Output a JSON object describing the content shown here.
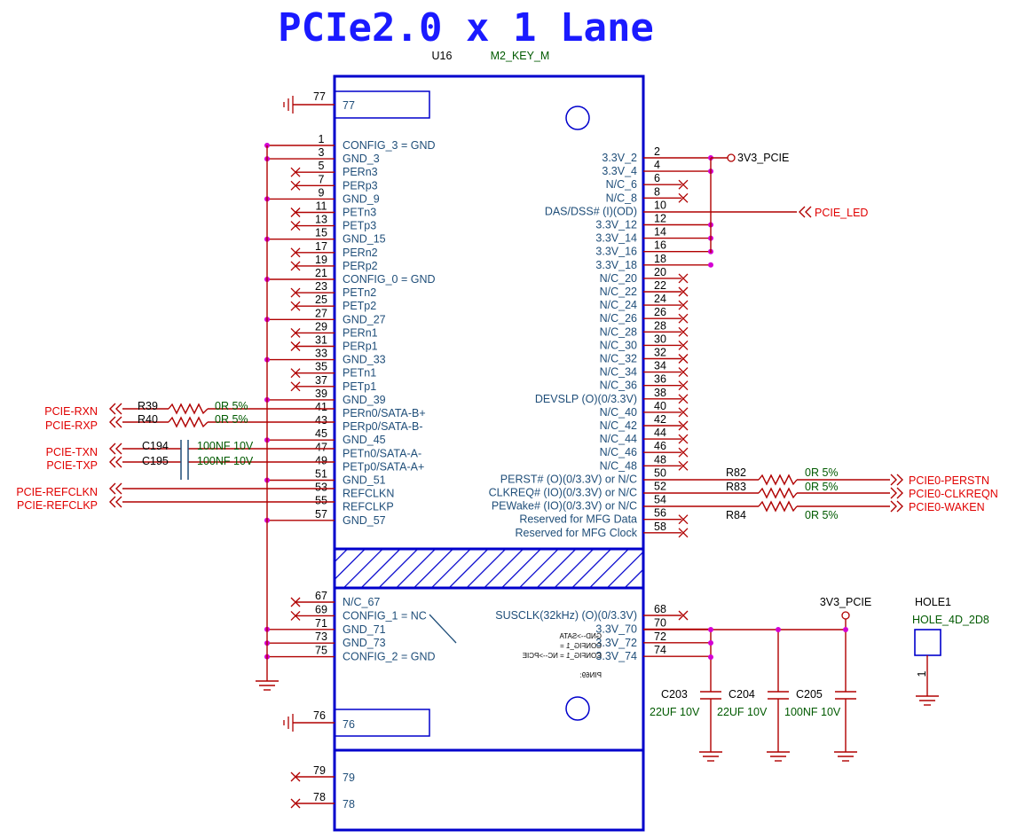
{
  "title": "PCIe2.0 x 1 Lane",
  "part": {
    "ref": "U16",
    "value": "M2_KEY_M"
  },
  "pad77": "77",
  "pad76": "76",
  "pad79": "79",
  "pad78": "78",
  "left_pins": [
    {
      "num": "1",
      "name": "CONFIG_3 = GND",
      "kind": "gnd"
    },
    {
      "num": "3",
      "name": "GND_3",
      "kind": "gnd"
    },
    {
      "num": "5",
      "name": "PERn3",
      "kind": "nc"
    },
    {
      "num": "7",
      "name": "PERp3",
      "kind": "nc"
    },
    {
      "num": "9",
      "name": "GND_9",
      "kind": "gnd"
    },
    {
      "num": "11",
      "name": "PETn3",
      "kind": "nc"
    },
    {
      "num": "13",
      "name": "PETp3",
      "kind": "nc"
    },
    {
      "num": "15",
      "name": "GND_15",
      "kind": "gnd"
    },
    {
      "num": "17",
      "name": "PERn2",
      "kind": "nc"
    },
    {
      "num": "19",
      "name": "PERp2",
      "kind": "nc"
    },
    {
      "num": "21",
      "name": "CONFIG_0 = GND",
      "kind": "gnd"
    },
    {
      "num": "23",
      "name": "PETn2",
      "kind": "nc"
    },
    {
      "num": "25",
      "name": "PETp2",
      "kind": "nc"
    },
    {
      "num": "27",
      "name": "GND_27",
      "kind": "gnd"
    },
    {
      "num": "29",
      "name": "PERn1",
      "kind": "nc"
    },
    {
      "num": "31",
      "name": "PERp1",
      "kind": "nc"
    },
    {
      "num": "33",
      "name": "GND_33",
      "kind": "gnd"
    },
    {
      "num": "35",
      "name": "PETn1",
      "kind": "nc"
    },
    {
      "num": "37",
      "name": "PETp1",
      "kind": "nc"
    },
    {
      "num": "39",
      "name": "GND_39",
      "kind": "gnd"
    },
    {
      "num": "41",
      "name": "PERn0/SATA-B+",
      "kind": "sig"
    },
    {
      "num": "43",
      "name": "PERp0/SATA-B-",
      "kind": "sig"
    },
    {
      "num": "45",
      "name": "GND_45",
      "kind": "gnd"
    },
    {
      "num": "47",
      "name": "PETn0/SATA-A-",
      "kind": "sig"
    },
    {
      "num": "49",
      "name": "PETp0/SATA-A+",
      "kind": "sig"
    },
    {
      "num": "51",
      "name": "GND_51",
      "kind": "gnd"
    },
    {
      "num": "53",
      "name": "REFCLKN",
      "kind": "sig"
    },
    {
      "num": "55",
      "name": "REFCLKP",
      "kind": "sig"
    },
    {
      "num": "57",
      "name": "GND_57",
      "kind": "gnd"
    }
  ],
  "right_pins": [
    {
      "num": "2",
      "name": "3.3V_2",
      "kind": "pwr"
    },
    {
      "num": "4",
      "name": "3.3V_4",
      "kind": "pwr"
    },
    {
      "num": "6",
      "name": "N/C_6",
      "kind": "nc"
    },
    {
      "num": "8",
      "name": "N/C_8",
      "kind": "nc"
    },
    {
      "num": "10",
      "name": "DAS/DSS# (I)(OD)",
      "kind": "sig"
    },
    {
      "num": "12",
      "name": "3.3V_12",
      "kind": "pwr"
    },
    {
      "num": "14",
      "name": "3.3V_14",
      "kind": "pwr"
    },
    {
      "num": "16",
      "name": "3.3V_16",
      "kind": "pwr"
    },
    {
      "num": "18",
      "name": "3.3V_18",
      "kind": "pwr"
    },
    {
      "num": "20",
      "name": "N/C_20",
      "kind": "nc"
    },
    {
      "num": "22",
      "name": "N/C_22",
      "kind": "nc"
    },
    {
      "num": "24",
      "name": "N/C_24",
      "kind": "nc"
    },
    {
      "num": "26",
      "name": "N/C_26",
      "kind": "nc"
    },
    {
      "num": "28",
      "name": "N/C_28",
      "kind": "nc"
    },
    {
      "num": "30",
      "name": "N/C_30",
      "kind": "nc"
    },
    {
      "num": "32",
      "name": "N/C_32",
      "kind": "nc"
    },
    {
      "num": "34",
      "name": "N/C_34",
      "kind": "nc"
    },
    {
      "num": "36",
      "name": "N/C_36",
      "kind": "nc"
    },
    {
      "num": "38",
      "name": "DEVSLP (O)(0/3.3V)",
      "kind": "nc"
    },
    {
      "num": "40",
      "name": "N/C_40",
      "kind": "nc"
    },
    {
      "num": "42",
      "name": "N/C_42",
      "kind": "nc"
    },
    {
      "num": "44",
      "name": "N/C_44",
      "kind": "nc"
    },
    {
      "num": "46",
      "name": "N/C_46",
      "kind": "nc"
    },
    {
      "num": "48",
      "name": "N/C_48",
      "kind": "nc"
    },
    {
      "num": "50",
      "name": "PERST# (O)(0/3.3V) or N/C",
      "kind": "sig"
    },
    {
      "num": "52",
      "name": "CLKREQ# (IO)(0/3.3V) or N/C",
      "kind": "sig"
    },
    {
      "num": "54",
      "name": "PEWake# (IO)(0/3.3V) or N/C",
      "kind": "sig"
    },
    {
      "num": "56",
      "name": "Reserved for MFG Data",
      "kind": "nc"
    },
    {
      "num": "58",
      "name": "Reserved for MFG Clock",
      "kind": "nc"
    }
  ],
  "lower_left_pins": [
    {
      "num": "67",
      "name": "N/C_67",
      "kind": "nc"
    },
    {
      "num": "69",
      "name": "CONFIG_1 = NC",
      "kind": "nc"
    },
    {
      "num": "71",
      "name": "GND_71",
      "kind": "gnd"
    },
    {
      "num": "73",
      "name": "GND_73",
      "kind": "gnd"
    },
    {
      "num": "75",
      "name": "CONFIG_2 = GND",
      "kind": "gnd"
    }
  ],
  "lower_right_pins": [
    {
      "num": "68",
      "name": "SUSCLK(32kHz) (O)(0/3.3V)",
      "kind": "nc"
    },
    {
      "num": "70",
      "name": "3.3V_70",
      "kind": "pwr"
    },
    {
      "num": "72",
      "name": "3.3V_72",
      "kind": "pwr"
    },
    {
      "num": "74",
      "name": "3.3V_74",
      "kind": "pwr"
    }
  ],
  "nets": {
    "pwr_top": "3V3_PCIE",
    "pwr_bottom": "3V3_PCIE",
    "pcie_led": "PCIE_LED",
    "rxn": "PCIE-RXN",
    "rxp": "PCIE-RXP",
    "txn": "PCIE-TXN",
    "txp": "PCIE-TXP",
    "refclkn": "PCIE-REFCLKN",
    "refclkp": "PCIE-REFCLKP",
    "perstn": "PCIE0-PERSTN",
    "clkreqn": "PCIE0-CLKREQN",
    "waken": "PCIE0-WAKEN"
  },
  "components": {
    "r39": {
      "ref": "R39",
      "value": "0R 5%"
    },
    "r40": {
      "ref": "R40",
      "value": "0R 5%"
    },
    "c194": {
      "ref": "C194",
      "value": "100NF 10V"
    },
    "c195": {
      "ref": "C195",
      "value": "100NF 10V"
    },
    "r82": {
      "ref": "R82",
      "value": "0R 5%"
    },
    "r83": {
      "ref": "R83",
      "value": "0R 5%"
    },
    "r84": {
      "ref": "R84",
      "value": "0R 5%"
    },
    "c203": {
      "ref": "C203",
      "value": "22UF 10V"
    },
    "c204": {
      "ref": "C204",
      "value": "22UF 10V"
    },
    "c205": {
      "ref": "C205",
      "value": "100NF 10V"
    }
  },
  "hole": {
    "ref": "HOLE1",
    "value": "HOLE_4D_2D8",
    "pin": "1"
  },
  "mirrored_note": [
    "PIN69:",
    "CONFIG_1 = NC-->PCIE",
    "CONFIG_1 =",
    "GND-->SATA"
  ],
  "colors": {
    "title": "#1a1aff",
    "body": "#0000cc",
    "wire": "#b00000",
    "junction": "#d400d4",
    "net": "#e00000",
    "pin_name": "#1f4e79",
    "part_value": "#005a00"
  }
}
